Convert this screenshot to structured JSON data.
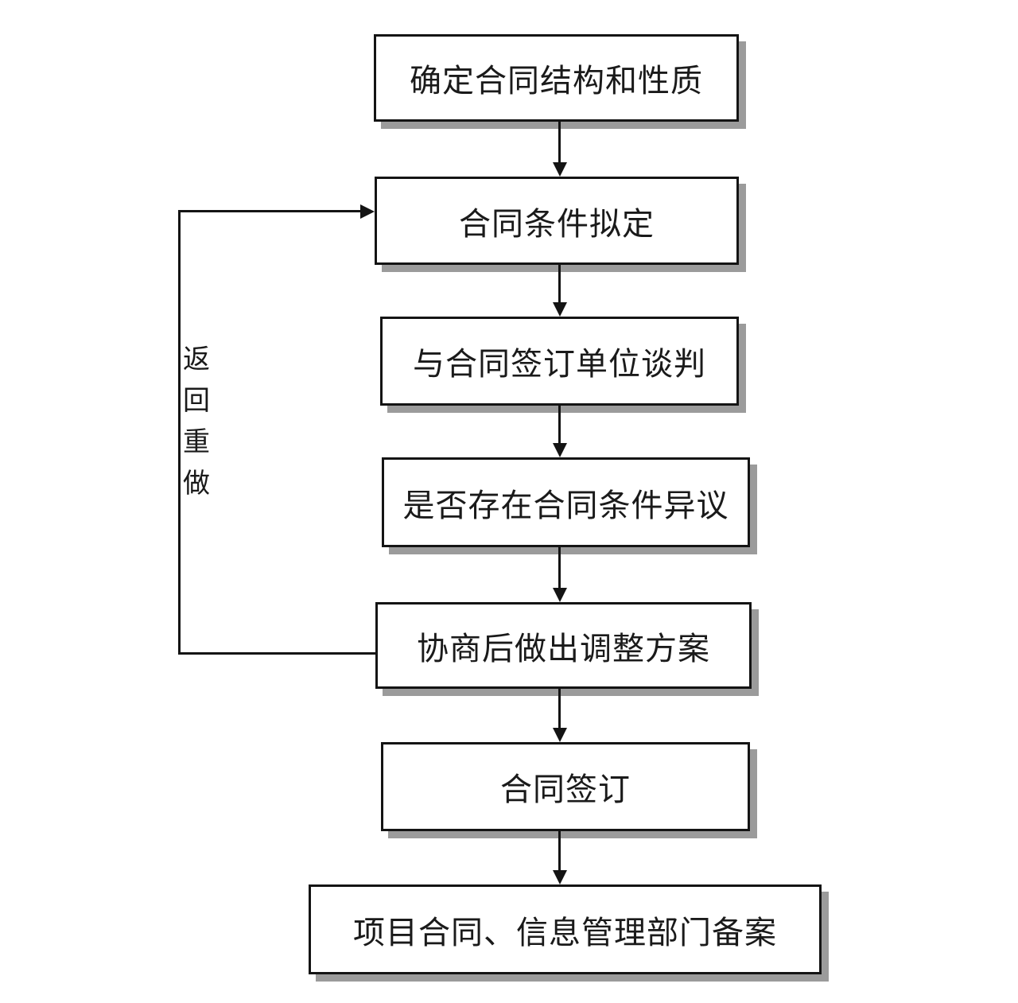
{
  "diagram": {
    "type": "flowchart",
    "direction": "top-down",
    "nodes": [
      {
        "id": "n1",
        "label": "确定合同结构和性质"
      },
      {
        "id": "n2",
        "label": "合同条件拟定"
      },
      {
        "id": "n3",
        "label": "与合同签订单位谈判"
      },
      {
        "id": "n4",
        "label": "是否存在合同条件异议"
      },
      {
        "id": "n5",
        "label": "协商后做出调整方案"
      },
      {
        "id": "n6",
        "label": "合同签订"
      },
      {
        "id": "n7",
        "label": "项目合同、信息管理部门备案"
      }
    ],
    "edges": [
      {
        "from": "n1",
        "to": "n2",
        "type": "arrow-down"
      },
      {
        "from": "n2",
        "to": "n3",
        "type": "arrow-down"
      },
      {
        "from": "n3",
        "to": "n4",
        "type": "arrow-down"
      },
      {
        "from": "n4",
        "to": "n5",
        "type": "arrow-down"
      },
      {
        "from": "n5",
        "to": "n6",
        "type": "arrow-down"
      },
      {
        "from": "n6",
        "to": "n7",
        "type": "arrow-down"
      },
      {
        "from": "n5",
        "to": "n2",
        "type": "feedback-loop",
        "label": "返回重做"
      }
    ],
    "loop_label": "返回重做",
    "colors": {
      "background": "#ffffff",
      "box_fill": "#ffffff",
      "box_border": "#141414",
      "box_shadow": "#9b9b9b",
      "line": "#141414",
      "text": "#1a1a1a"
    }
  }
}
